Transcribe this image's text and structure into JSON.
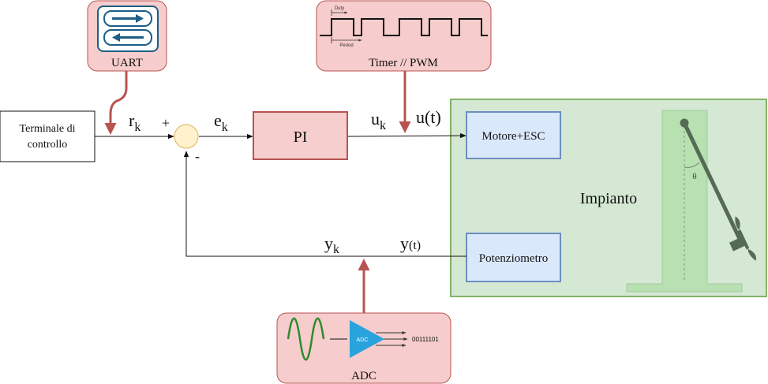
{
  "blocks": {
    "terminal": [
      "Terminale di",
      "controllo"
    ],
    "controller": "PI",
    "motor": "Motore+ESC",
    "pot": "Potenziometro",
    "plant": "Impianto"
  },
  "peripherals": {
    "uart": "UART",
    "timer": "Timer // PWM",
    "adc": "ADC"
  },
  "timer_icon": {
    "duty": "Duty",
    "period": "Period"
  },
  "adc_icon": {
    "chip": "ADC",
    "bits": "00111101"
  },
  "signals": {
    "r_base": "r",
    "r_sub": "k",
    "e_base": "e",
    "e_sub": "k",
    "u_base": "u",
    "u_sub": "k",
    "u_cont": "u(t)",
    "y_base": "y",
    "y_sub": "k",
    "y_cont_base": "y",
    "y_cont_arg": "(t)"
  },
  "summer": {
    "plus": "+",
    "minus": "-"
  },
  "pendulum": {
    "angle": "θ"
  },
  "colors": {
    "peripheral_fill": "#f6cccc",
    "peripheral_stroke": "#b85450",
    "connector": "#b85450",
    "pi_fill": "#f7cece",
    "block_fill": "#dae8fc",
    "block_stroke": "#6c8ebf",
    "plant_fill": "#d5e8d4",
    "plant_stroke": "#82b366",
    "summer_fill": "#fff2cc",
    "summer_stroke": "#d6b656",
    "stand_fill": "#b7e1b0",
    "arm": "#556b55",
    "uart_icon": "#1b5e86",
    "wave": "#2e8b2e",
    "adc_chip": "#29a3dd"
  }
}
